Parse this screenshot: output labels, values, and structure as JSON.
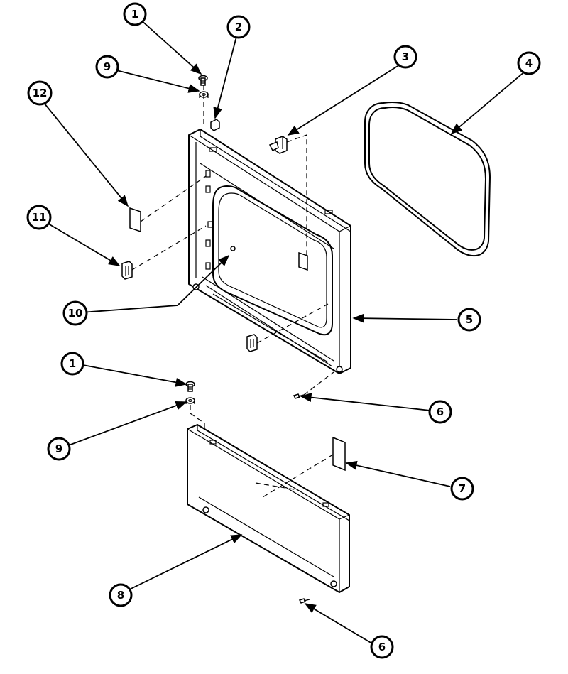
{
  "callouts": [
    {
      "id": "c1a",
      "label": "1"
    },
    {
      "id": "c2",
      "label": "2"
    },
    {
      "id": "c3",
      "label": "3"
    },
    {
      "id": "c4",
      "label": "4"
    },
    {
      "id": "c9a",
      "label": "9"
    },
    {
      "id": "c12",
      "label": "12"
    },
    {
      "id": "c11",
      "label": "11"
    },
    {
      "id": "c10",
      "label": "10"
    },
    {
      "id": "c5",
      "label": "5"
    },
    {
      "id": "c1b",
      "label": "1"
    },
    {
      "id": "c6a",
      "label": "6"
    },
    {
      "id": "c9b",
      "label": "9"
    },
    {
      "id": "c7",
      "label": "7"
    },
    {
      "id": "c8",
      "label": "8"
    },
    {
      "id": "c6b",
      "label": "6"
    }
  ]
}
